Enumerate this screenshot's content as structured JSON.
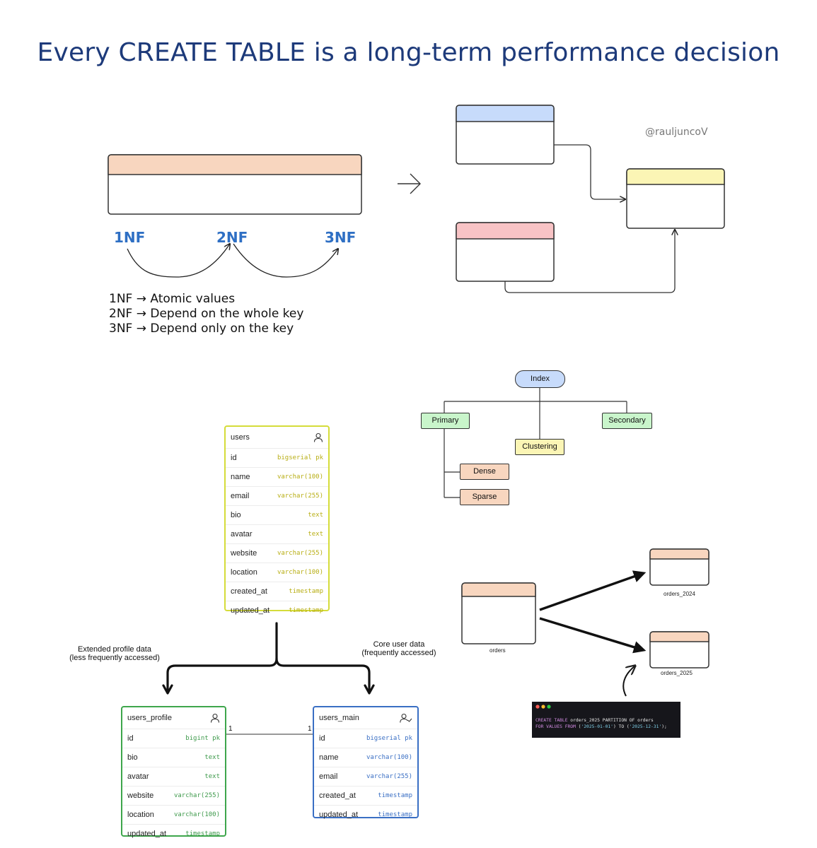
{
  "title": "Every CREATE TABLE is a long-term performance decision",
  "handle": "@rauljuncoV",
  "normal_forms": {
    "labels": [
      "1NF",
      "2NF",
      "3NF"
    ],
    "definitions": [
      "1NF → Atomic values",
      "2NF → Depend on the whole key",
      "3NF → Depend only on the key"
    ]
  },
  "arrow_glyph": "→",
  "colors": {
    "title": "#1d3a7a",
    "nf_blue": "#2e6fc4",
    "peach": "#f8d6bf",
    "blue": "#c7dbfb",
    "yellow": "#fbf5b5",
    "pink": "#f8c3c5",
    "green": "#c9f5cb",
    "users_border": "#d5dc3a",
    "profile_border": "#3ea64c",
    "main_border": "#3a6fc4"
  },
  "index_tree": {
    "root": "Index",
    "primary": "Primary",
    "clustering": "Clustering",
    "secondary": "Secondary",
    "dense": "Dense",
    "sparse": "Sparse"
  },
  "users": {
    "name": "users",
    "icon": "user-icon",
    "rows": [
      {
        "col": "id",
        "type": "bigserial pk"
      },
      {
        "col": "name",
        "type": "varchar(100)"
      },
      {
        "col": "email",
        "type": "varchar(255)"
      },
      {
        "col": "bio",
        "type": "text"
      },
      {
        "col": "avatar",
        "type": "text"
      },
      {
        "col": "website",
        "type": "varchar(255)"
      },
      {
        "col": "location",
        "type": "varchar(100)"
      },
      {
        "col": "created_at",
        "type": "timestamp"
      },
      {
        "col": "updated_at",
        "type": "timestamp"
      }
    ]
  },
  "users_profile": {
    "name": "users_profile",
    "icon": "user-icon",
    "rows": [
      {
        "col": "id",
        "type": "bigint pk"
      },
      {
        "col": "bio",
        "type": "text"
      },
      {
        "col": "avatar",
        "type": "text"
      },
      {
        "col": "website",
        "type": "varchar(255)"
      },
      {
        "col": "location",
        "type": "varchar(100)"
      },
      {
        "col": "updated_at",
        "type": "timestamp"
      }
    ]
  },
  "users_main": {
    "name": "users_main",
    "icon": "user-check-icon",
    "rows": [
      {
        "col": "id",
        "type": "bigserial pk"
      },
      {
        "col": "name",
        "type": "varchar(100)"
      },
      {
        "col": "email",
        "type": "varchar(255)"
      },
      {
        "col": "created_at",
        "type": "timestamp"
      },
      {
        "col": "updated_at",
        "type": "timestamp"
      }
    ]
  },
  "split_labels": {
    "left": "Extended profile data\n(less frequently accessed)",
    "right": "Core user data\n(frequently accessed)"
  },
  "relation": {
    "left_card": "1",
    "right_card": "1"
  },
  "partitions": {
    "parent": "orders",
    "child_2024": "orders_2024",
    "child_2025": "orders_2025"
  },
  "code": {
    "line1": {
      "kw": "CREATE TABLE",
      "rest": " orders_2025 PARTITION OF orders"
    },
    "line2": {
      "kw1": "FOR VALUES FROM",
      "p1": " (",
      "s1": "'2025-01-01'",
      "p2": ") TO (",
      "s2": "'2025-12-31'",
      "p3": ");"
    }
  }
}
